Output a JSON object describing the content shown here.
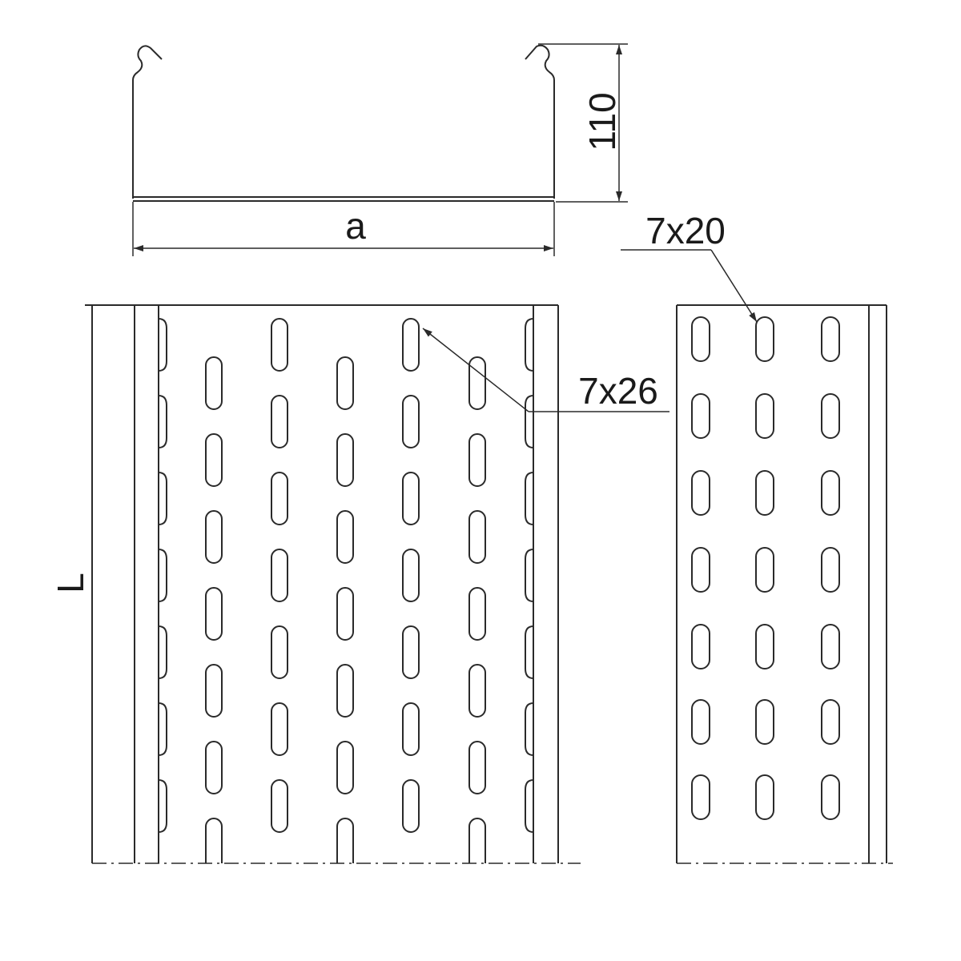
{
  "drawing": {
    "profile_width_label": "a",
    "profile_height_label": "110",
    "length_label": "L",
    "tray_slot_label": "7x26",
    "cover_slot_label": "7x20"
  },
  "colors": {
    "line": "#2a2a2a",
    "background": "#ffffff"
  }
}
